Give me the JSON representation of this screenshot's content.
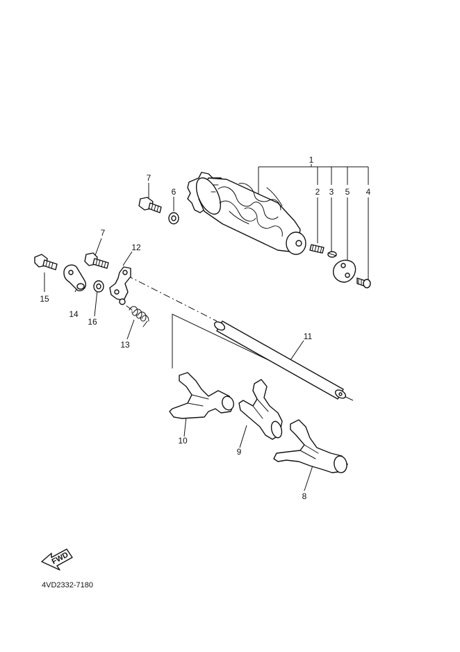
{
  "callouts": [
    {
      "id": "c1",
      "text": "1"
    },
    {
      "id": "c2",
      "text": "2"
    },
    {
      "id": "c3",
      "text": "3"
    },
    {
      "id": "c4",
      "text": "4"
    },
    {
      "id": "c5",
      "text": "5"
    },
    {
      "id": "c6",
      "text": "6"
    },
    {
      "id": "c7a",
      "text": "7"
    },
    {
      "id": "c7b",
      "text": "7"
    },
    {
      "id": "c8",
      "text": "8"
    },
    {
      "id": "c9",
      "text": "9"
    },
    {
      "id": "c10",
      "text": "10"
    },
    {
      "id": "c11",
      "text": "11"
    },
    {
      "id": "c12",
      "text": "12"
    },
    {
      "id": "c13",
      "text": "13"
    },
    {
      "id": "c14",
      "text": "14"
    },
    {
      "id": "c15",
      "text": "15"
    },
    {
      "id": "c16",
      "text": "16"
    }
  ],
  "direction_badge": "FWD",
  "diagram_code": "4VD2332-7180"
}
